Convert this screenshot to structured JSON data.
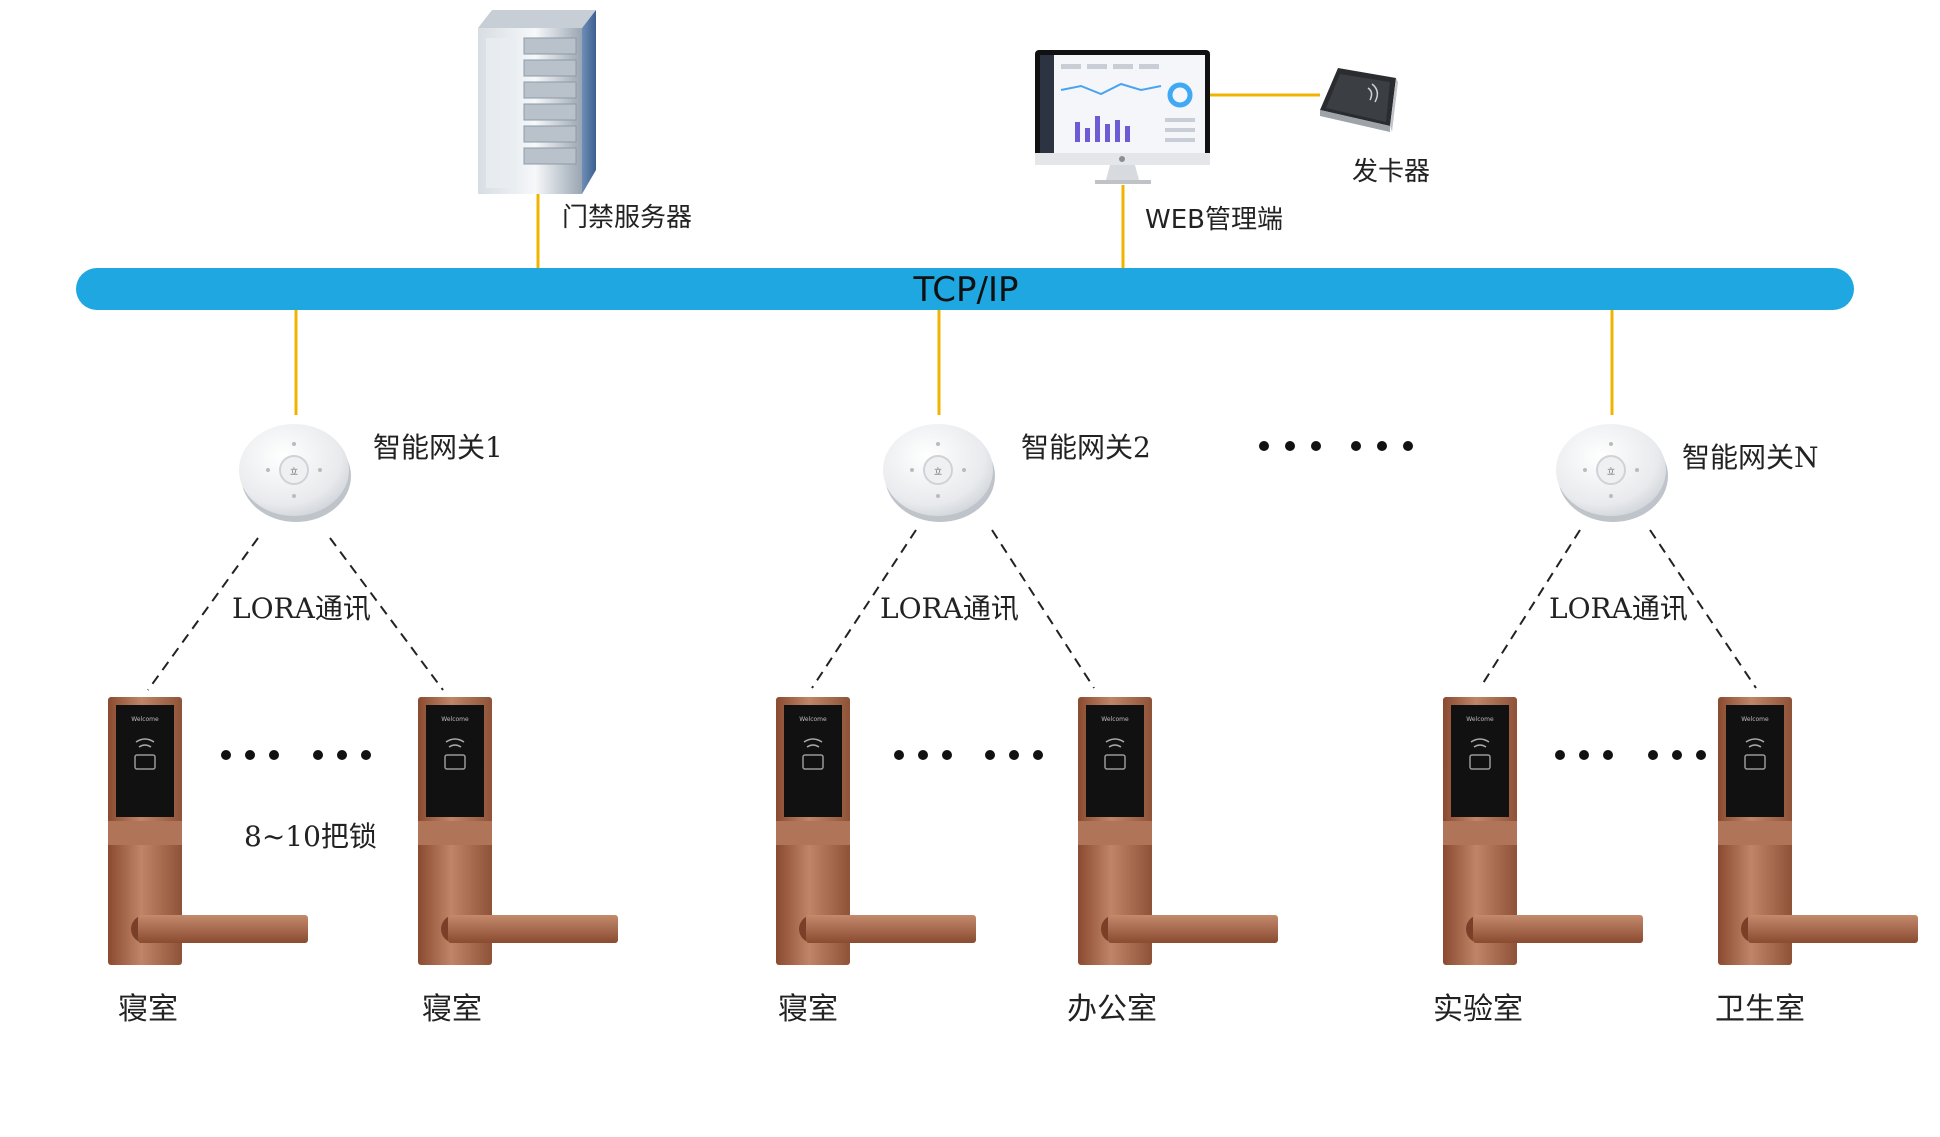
{
  "labels": {
    "server": "门禁服务器",
    "web": "WEB管理端",
    "card_issuer": "发卡器",
    "bus": "TCP/IP",
    "lock_count": "8~10把锁"
  },
  "gateways": [
    {
      "name": "智能网关1",
      "comm": "LORA通讯"
    },
    {
      "name": "智能网关2",
      "comm": "LORA通讯"
    },
    {
      "name": "智能网关N",
      "comm": "LORA通讯"
    }
  ],
  "rooms": [
    "寝室",
    "寝室",
    "寝室",
    "办公室",
    "实验室",
    "卫生室"
  ],
  "lock_screen_text": "Welcome",
  "colors": {
    "bus": "#1ea7e1",
    "link": "#f0b400",
    "lock_body": "#9c5a3c",
    "gateway": "#eef0f2"
  }
}
